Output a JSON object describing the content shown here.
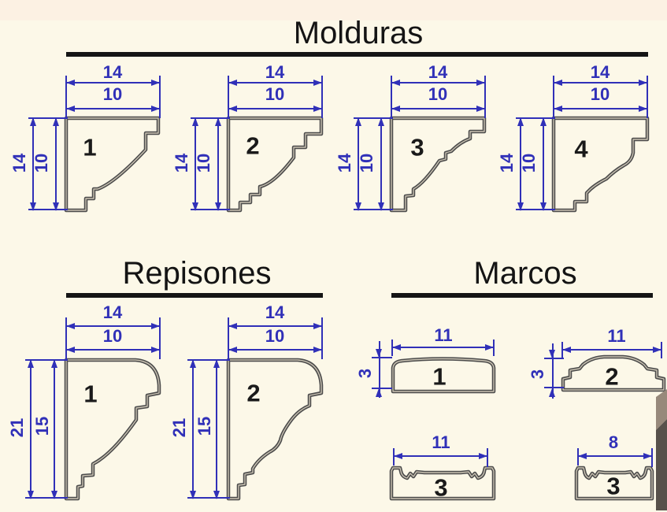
{
  "colors": {
    "background": "#fcf8e8",
    "top_band": "#fcf1e3",
    "dimension_blue": "#3030b8",
    "outline_gray": "#4b4b4b",
    "title_black": "#141414",
    "photo_top_face": "#97897b",
    "photo_front_face": "#57514b"
  },
  "sections": {
    "molduras": {
      "title": "Molduras",
      "profiles": [
        {
          "number": "1",
          "width_total": "14",
          "width_inner": "10",
          "height_total": "14",
          "height_inner": "10"
        },
        {
          "number": "2",
          "width_total": "14",
          "width_inner": "10",
          "height_total": "14",
          "height_inner": "10"
        },
        {
          "number": "3",
          "width_total": "14",
          "width_inner": "10",
          "height_total": "14",
          "height_inner": "10"
        },
        {
          "number": "4",
          "width_total": "14",
          "width_inner": "10",
          "height_total": "14",
          "height_inner": "10"
        }
      ]
    },
    "repisones": {
      "title": "Repisones",
      "profiles": [
        {
          "number": "1",
          "width_total": "14",
          "width_inner": "10",
          "height_total": "21",
          "height_inner": "15"
        },
        {
          "number": "2",
          "width_total": "14",
          "width_inner": "10",
          "height_total": "21",
          "height_inner": "15"
        }
      ]
    },
    "marcos": {
      "title": "Marcos",
      "profiles": [
        {
          "number": "1",
          "width": "11",
          "height": "3"
        },
        {
          "number": "2",
          "width": "11",
          "height": "3"
        },
        {
          "number": "3",
          "width": "11"
        },
        {
          "number": "3",
          "width": "8"
        }
      ]
    }
  }
}
